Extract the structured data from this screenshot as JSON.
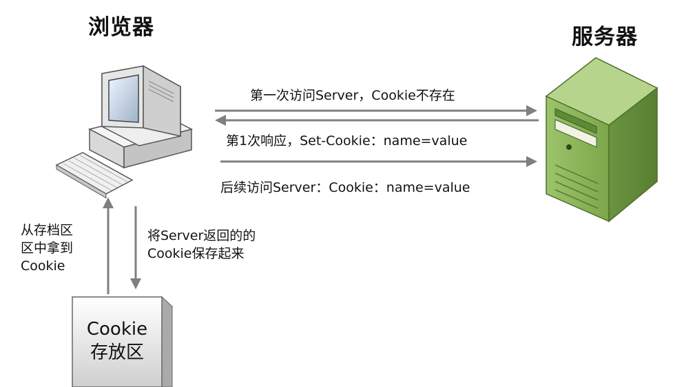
{
  "browser": {
    "title": "浏览器"
  },
  "server": {
    "title": "服务器"
  },
  "messages": {
    "first_request": "第一次访问Server，Cookie不存在",
    "first_response": "第1次响应，Set-Cookie：name=value",
    "later_request": "后续访问Server：Cookie：name=value"
  },
  "storage_flow": {
    "fetch": [
      "从存档区",
      "区中拿到",
      "Cookie"
    ],
    "save": [
      "将Server返回的的",
      "Cookie保存起来"
    ]
  },
  "cookie_store": {
    "line1": "Cookie",
    "line2": "存放区"
  },
  "colors": {
    "arrow": "#7f7f7f",
    "server_green": "#8ab35a",
    "computer_body": "#e9e9e9"
  }
}
